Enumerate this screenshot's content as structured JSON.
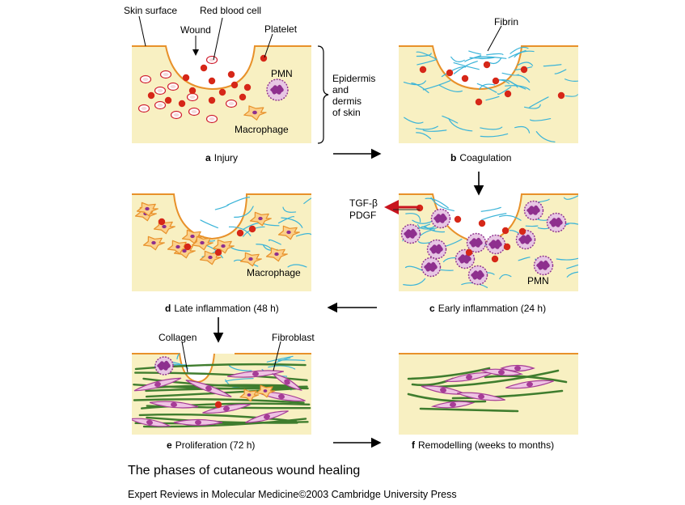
{
  "figure_title": "The phases of cutaneous wound healing",
  "credit": "Expert Reviews in Molecular Medicine©2003 Cambridge University Press",
  "colors": {
    "tissue": "#f8f0c2",
    "surface_line": "#e8912a",
    "platelet": "#d62718",
    "rbc_outline": "#d02030",
    "fibrin": "#3bb4d8",
    "pmn": "#8e2f8e",
    "pmn_fill": "#e7c6e4",
    "macrophage": "#e8912a",
    "macrophage_fill": "#fbd08a",
    "fibroblast": "#a63c96",
    "fibroblast_fill": "#efc3e3",
    "collagen": "#3f7d2e",
    "arrow": "#000000",
    "signal_arrow": "#c8141e"
  },
  "panels": [
    {
      "id": "a",
      "letter": "a",
      "caption": "Injury"
    },
    {
      "id": "b",
      "letter": "b",
      "caption": "Coagulation"
    },
    {
      "id": "c",
      "letter": "c",
      "caption": "Early inflammation (24 h)"
    },
    {
      "id": "d",
      "letter": "d",
      "caption": "Late inflammation (48 h)"
    },
    {
      "id": "e",
      "letter": "e",
      "caption": "Proliferation (72 h)"
    },
    {
      "id": "f",
      "letter": "f",
      "caption": "Remodelling (weeks to months)"
    }
  ],
  "labels": {
    "skin_surface": "Skin surface",
    "red_blood_cell": "Red blood cell",
    "wound": "Wound",
    "platelet": "Platelet",
    "pmn_a": "PMN",
    "macrophage_a": "Macrophage",
    "epidermis": "Epidermis",
    "and": "and",
    "dermis": "dermis",
    "of_skin": "of skin",
    "fibrin": "Fibrin",
    "tgf": "TGF-β",
    "pdgf": "PDGF",
    "pmn_c": "PMN",
    "macrophage_d": "Macrophage",
    "collagen": "Collagen",
    "fibroblast": "Fibroblast"
  }
}
